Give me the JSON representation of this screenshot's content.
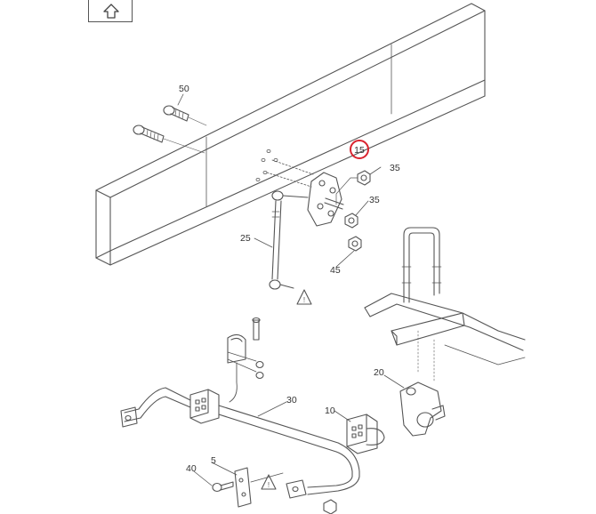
{
  "toolbar": {
    "home_icon": "home-arrow-icon"
  },
  "diagram": {
    "highlighted_callout": "15",
    "highlight_color": "#d9232e",
    "line_color": "#555555",
    "callouts": {
      "c50": "50",
      "c15": "15",
      "c35a": "35",
      "c35b": "35",
      "c25": "25",
      "c45": "45",
      "c20": "20",
      "c30": "30",
      "c10": "10",
      "c5": "5",
      "c40": "40"
    }
  }
}
